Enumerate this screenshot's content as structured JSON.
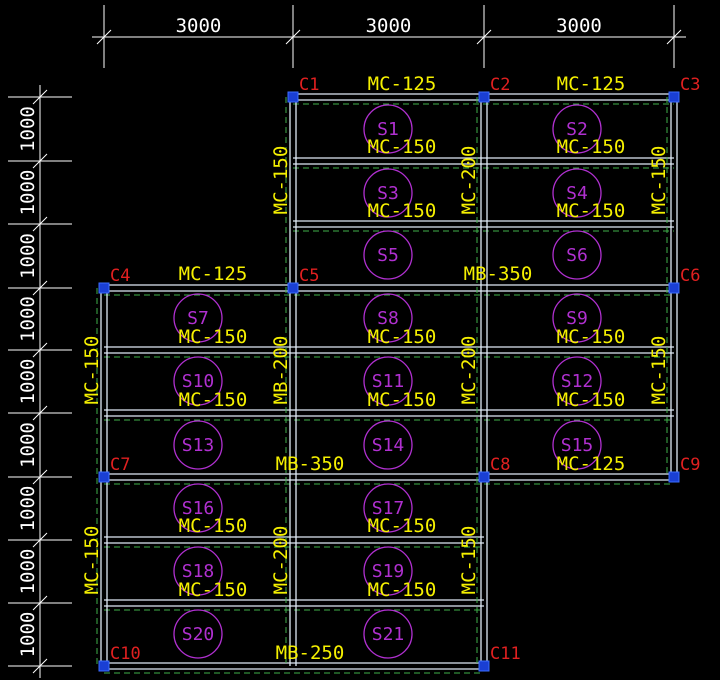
{
  "colors": {
    "background": "#000000",
    "dimension": "#ffffff",
    "beam_label": "#f5f000",
    "beam_line": "#dfeaf5",
    "beam_dash": "#3fb04a",
    "column": "#1a3fd4",
    "column_label": "#e02020",
    "slab": "#b030d0"
  },
  "dimensions": {
    "horizontal": [
      "3000",
      "3000",
      "3000"
    ],
    "vertical": [
      "1000",
      "1000",
      "1000",
      "1000",
      "1000",
      "1000",
      "1000",
      "1000",
      "1000"
    ]
  },
  "columns": [
    "C1",
    "C2",
    "C3",
    "C4",
    "C5",
    "C6",
    "C7",
    "C8",
    "C9",
    "C10",
    "C11"
  ],
  "slabs": [
    "S1",
    "S2",
    "S3",
    "S4",
    "S5",
    "S6",
    "S7",
    "S8",
    "S9",
    "S10",
    "S11",
    "S12",
    "S13",
    "S14",
    "S15",
    "S16",
    "S17",
    "S18",
    "S19",
    "S20",
    "S21"
  ],
  "beam_labels": {
    "horizontal": [
      "MC-125",
      "MC-125",
      "MC-150",
      "MC-150",
      "MC-150",
      "MC-150",
      "MC-125",
      "MB-350",
      "MC-150",
      "MC-150",
      "MC-150",
      "MC-150",
      "MC-150",
      "MC-150",
      "MB-350",
      "MC-125",
      "MC-150",
      "MC-150",
      "MC-150",
      "MC-150",
      "MB-250"
    ],
    "vertical": [
      "MC-150",
      "MC-200",
      "MC-150",
      "MC-150",
      "MB-200",
      "MC-200",
      "MC-150",
      "MC-150",
      "MC-200",
      "MC-150"
    ]
  }
}
